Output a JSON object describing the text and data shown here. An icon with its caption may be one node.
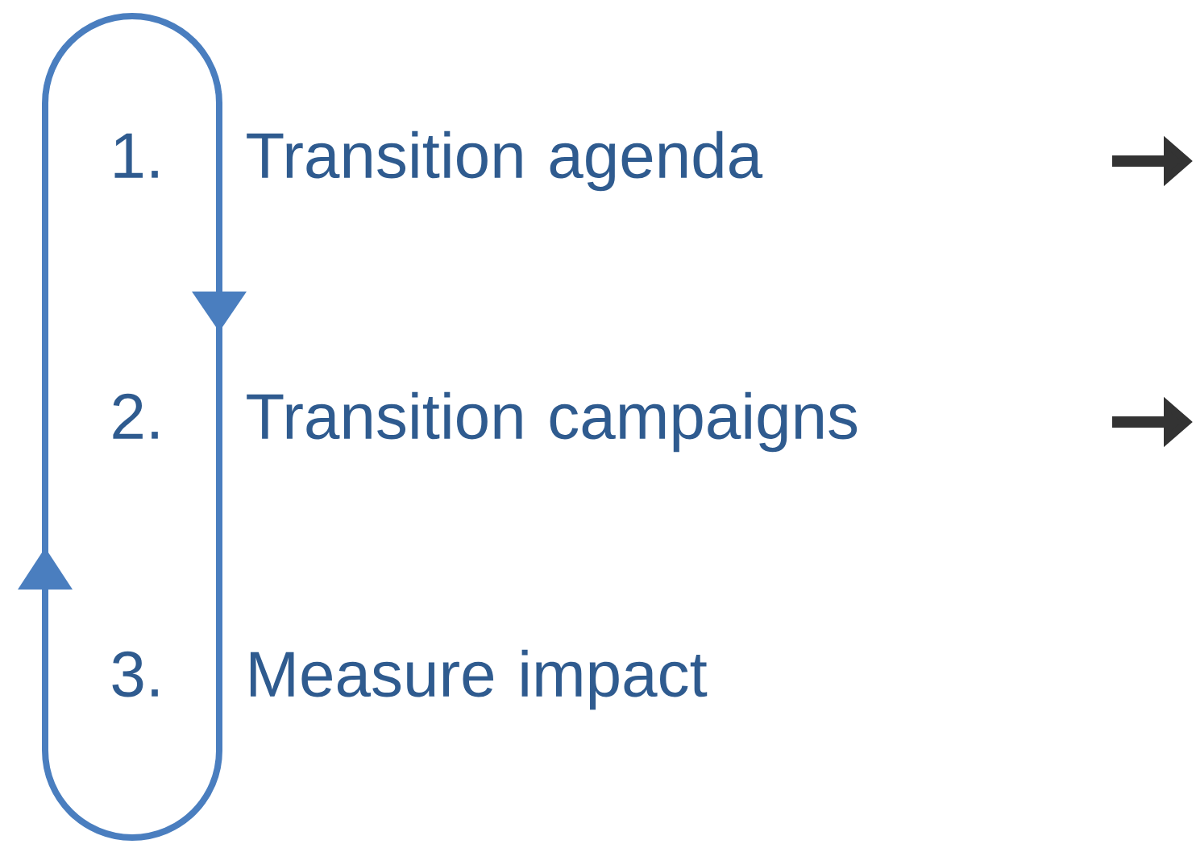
{
  "diagram": {
    "nodes": [
      {
        "text": [
          "1.",
          "Transition agenda"
        ]
      },
      {
        "text": [
          "2.",
          "Transition campaigns"
        ]
      },
      {
        "text": [
          "3.",
          "Measure impact"
        ]
      }
    ]
  }
}
